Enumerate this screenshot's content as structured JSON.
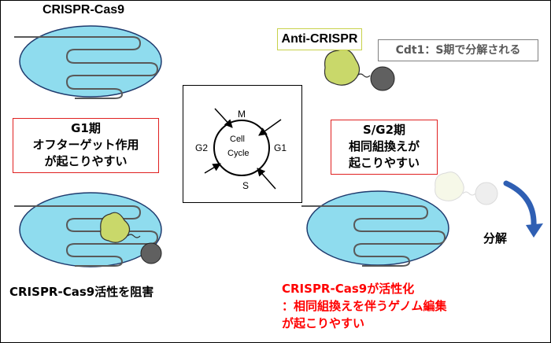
{
  "top_left": {
    "title": "CRISPR-Cas9"
  },
  "anti_label": "Anti-CRISPR",
  "cdt1_label": "Cdt1：S期で分解される",
  "g1_box": [
    "G1期",
    "オフターゲット作用",
    "が起こりやすい"
  ],
  "sg2_box": [
    "S/G2期",
    "相同組換えが",
    "起こりやすい"
  ],
  "cell_cycle": {
    "m": "M",
    "g1": "G1",
    "g2": "G2",
    "s": "S",
    "center_line1": "Cell",
    "center_line2": "Cycle"
  },
  "degradation_label": "分解",
  "bottom_left_caption": "CRISPR-Cas9活性を阻害",
  "bottom_right_caption": [
    "CRISPR-Cas9が活性化",
    "：相同組換えを伴うゲノム編集",
    "が起こりやすい"
  ],
  "colors": {
    "cell_fill": "#8fdcee",
    "protein_fill": "#c9d86a",
    "ball_fill": "#606060",
    "red_text": "#ff0000",
    "red_border": "#e02020",
    "arrow_blue": "#2f5fb3"
  }
}
